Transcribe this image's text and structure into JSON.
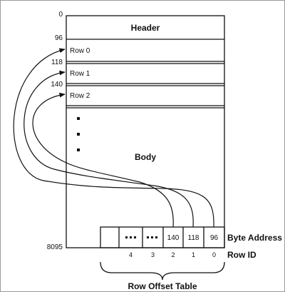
{
  "page": {
    "addresses": {
      "a0": "0",
      "a96": "96",
      "a118": "118",
      "a140": "140",
      "a8095": "8095"
    },
    "header_label": "Header",
    "rows": [
      "Row 0",
      "Row 1",
      "Row 2"
    ],
    "body_label": "Body",
    "offset_cells": [
      "140",
      "118",
      "96"
    ],
    "byte_address_label": "Byte Address",
    "row_ids": [
      "4",
      "3",
      "2",
      "1",
      "0"
    ],
    "row_id_label": "Row ID",
    "table_label": "Row Offset Table"
  }
}
